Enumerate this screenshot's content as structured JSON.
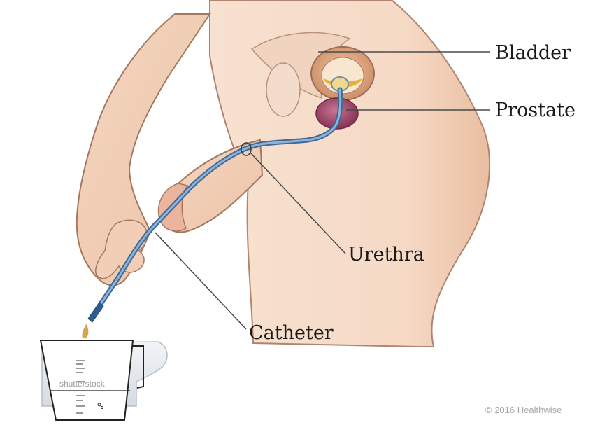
{
  "labels": {
    "bladder": "Bladder",
    "prostate": "Prostate",
    "urethra": "Urethra",
    "catheter": "Catheter"
  },
  "credit": "© 2016 Healthwise",
  "watermark": "shutterstock",
  "colors": {
    "skin": "#f6dcc9",
    "skin_shadow": "#e8bfa3",
    "outline": "#9a6e5a",
    "bladder": "#d9a07a",
    "urine": "#e3b03a",
    "prostate": "#a24a6a",
    "tube": "#5d86b5",
    "leader": "#4a4a4a"
  }
}
